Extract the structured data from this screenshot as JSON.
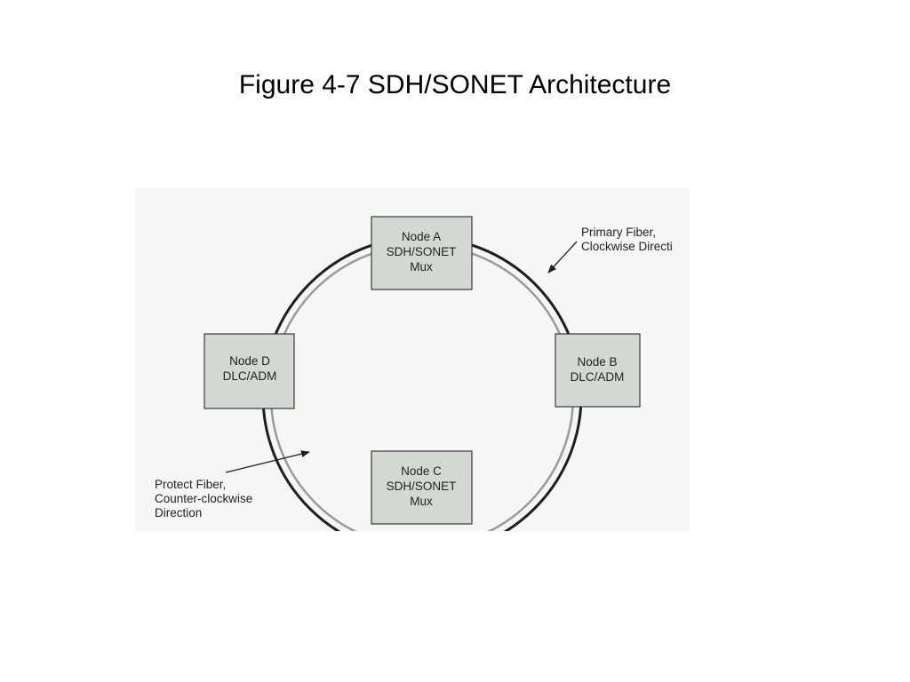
{
  "title": "Figure 4-7 SDH/SONET Architecture",
  "colors": {
    "primary_fiber": "#1e1e1e",
    "protect_fiber": "#9a9a9a",
    "node_fill": "#d4d8d4",
    "node_border": "#3a3a3a",
    "figure_background": "#f6f6f6",
    "text": "#222222"
  },
  "nodes": [
    {
      "id": "a",
      "lines": [
        "Node A",
        "SDH/SONET",
        "Mux"
      ]
    },
    {
      "id": "b",
      "lines": [
        "Node B",
        "DLC/ADM"
      ]
    },
    {
      "id": "c",
      "lines": [
        "Node C",
        "SDH/SONET",
        "Mux"
      ]
    },
    {
      "id": "d",
      "lines": [
        "Node D",
        "DLC/ADM"
      ]
    }
  ],
  "callouts": {
    "primary": {
      "lines": [
        "Primary Fiber,",
        "Clockwise Directi"
      ],
      "arrow_icon": "arrow-icon"
    },
    "protect": {
      "lines": [
        "Protect Fiber,",
        "Counter-clockwise",
        "Direction"
      ],
      "arrow_icon": "arrow-icon"
    }
  }
}
